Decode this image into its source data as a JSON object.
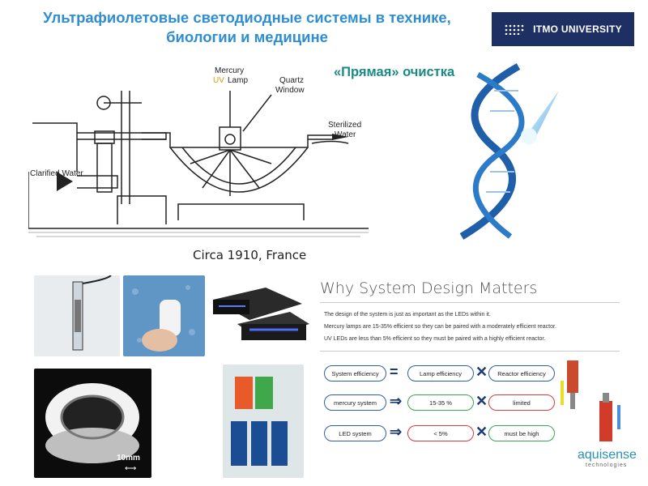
{
  "header": {
    "title_line1": "Ультрафиолетовые светодиодные системы в технике,",
    "title_line2": "биологии и медицине",
    "logo_text": "ITMO UNIVERSITY",
    "subtitle": "«Прямая»  очистка"
  },
  "diagram": {
    "labels": {
      "mercury": "Mercury",
      "uv": "UV",
      "lamp": "Lamp",
      "quartz": "Quartz",
      "window": "Window",
      "sterilized": "Sterilized",
      "water": "Water",
      "clarified": "Clarified Water"
    },
    "caption": "Circa 1910, France"
  },
  "photos": {
    "scale_label": "10mm"
  },
  "slide": {
    "title": "Why System Design Matters",
    "bullets": [
      "The design of the system is just as important as the LEDs within it.",
      "Mercury lamps are 15-35% efficient so they can be paired with a moderately efficient reactor.",
      "UV LEDs are less than 5% efficient so they must be paired with a highly efficient reactor."
    ],
    "rows": [
      {
        "a": "System efficiency",
        "op": "=",
        "b": "Lamp efficiency",
        "c": "Reactor efficiency"
      },
      {
        "a": "mercury system",
        "op": "⇒",
        "b": "15-35 %",
        "c": "limited"
      },
      {
        "a": "LED system",
        "op": "⇒",
        "b": "< 5%",
        "c": "must be high"
      }
    ],
    "brand": "aquisense",
    "brand_sub": "technologies"
  },
  "colors": {
    "title": "#2e8ecf",
    "subtitle": "#1a8a86",
    "logo_bg": "#1e2f63",
    "green_pill": "#3aa655",
    "red_pill": "#d83c3c"
  }
}
